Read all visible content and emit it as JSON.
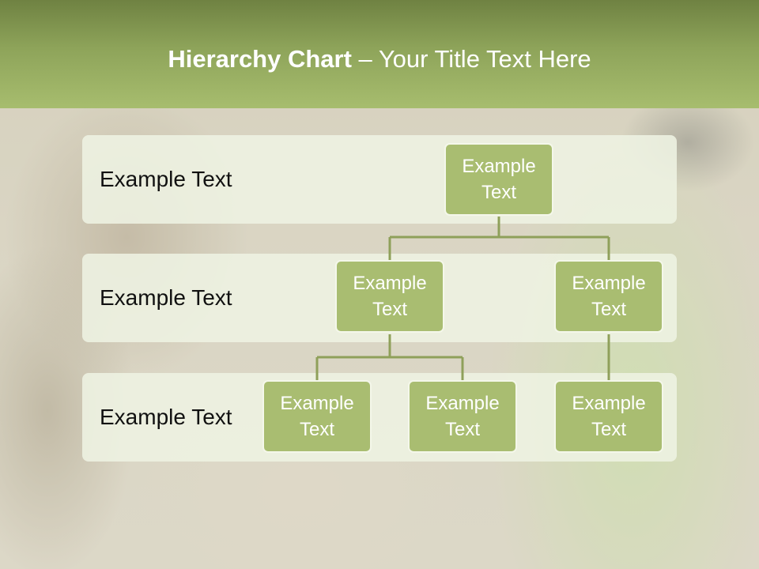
{
  "title": {
    "main": "Hierarchy Chart",
    "separator": " – ",
    "sub": "Your Title Text Here"
  },
  "levels": [
    {
      "label": "Example Text"
    },
    {
      "label": "Example Text"
    },
    {
      "label": "Example Text"
    }
  ],
  "nodes": {
    "root": {
      "text": "Example Text"
    },
    "level2": [
      {
        "text": "Example Text"
      },
      {
        "text": "Example Text"
      }
    ],
    "level3": [
      {
        "text": "Example Text"
      },
      {
        "text": "Example Text"
      },
      {
        "text": "Example Text"
      }
    ]
  },
  "colors": {
    "title_bar": "#8ea45a",
    "node_fill": "#a9bd71",
    "connector": "#8fa05a",
    "band_fill": "#eef2e2"
  }
}
